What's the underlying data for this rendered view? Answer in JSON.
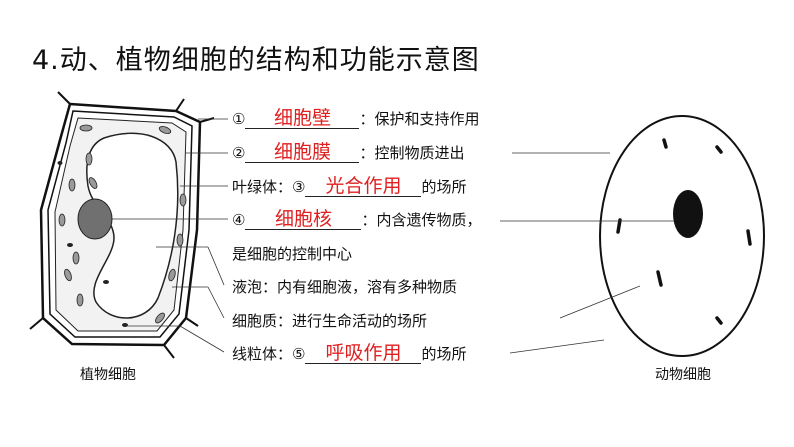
{
  "title": "4.动、植物细胞的结构和功能示意图",
  "labels": [
    {
      "prefix": "①",
      "answer": "细胞壁",
      "suffix": "：保护和支持作用"
    },
    {
      "prefix": "②",
      "answer": "细胞膜",
      "suffix": "：控制物质进出"
    },
    {
      "prefix": "叶绿体：③",
      "answer": "光合作用",
      "suffix": "的场所"
    },
    {
      "prefix": "④",
      "answer": "细胞核",
      "suffix": "：内含遗传物质，"
    },
    {
      "line": "是细胞的控制中心"
    },
    {
      "line": "液泡：内有细胞液，溶有多种物质"
    },
    {
      "line": "细胞质：进行生命活动的场所"
    },
    {
      "prefix": "线粒体：⑤",
      "answer": "呼吸作用",
      "suffix": "的场所"
    }
  ],
  "captions": {
    "plant": "植物细胞",
    "animal": "动物细胞"
  },
  "colors": {
    "answer": "#e02020",
    "nucleus": "#707070",
    "animal_nucleus": "#111111"
  }
}
